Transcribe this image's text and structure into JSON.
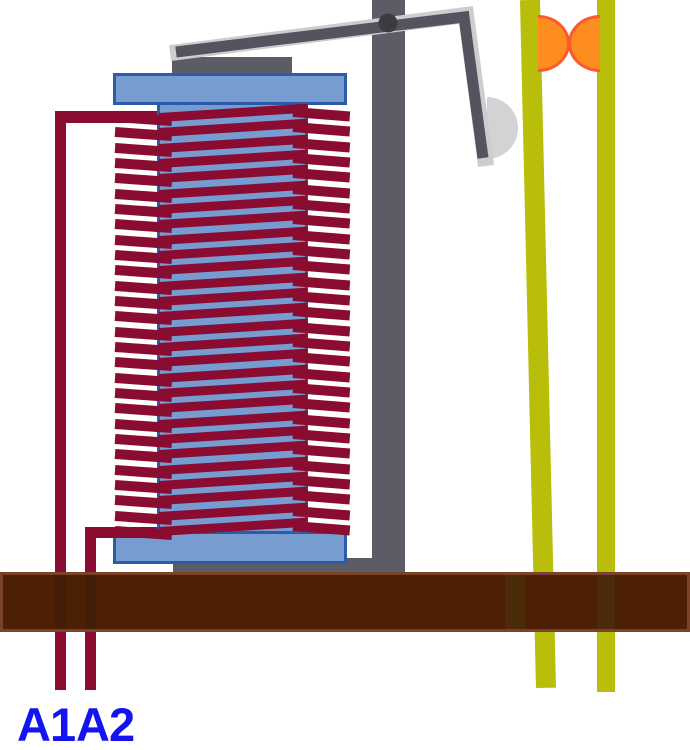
{
  "diagram": {
    "kind": "electromechanical-relay-illustration",
    "coil_turns": 28,
    "terminals": [
      {
        "label": "A1"
      },
      {
        "label": "A2"
      }
    ],
    "components": [
      "frame-post",
      "frame-foot",
      "core-top-plate",
      "coil-bobbin",
      "coil-winding",
      "coil-lead-wire-a1",
      "coil-lead-wire-a2",
      "armature-lever",
      "armature-pivot",
      "pusher-pad",
      "contact-spring-left",
      "contact-spring-right",
      "contact-left",
      "contact-right",
      "mounting-base",
      "terminal-label-a1",
      "terminal-label-a2"
    ],
    "colors": {
      "winding": "#8b0c31",
      "bobbin_fill": "#779dd0",
      "bobbin_border": "#2d5ba8",
      "frame_gray": "#5c5c66",
      "armature_gray": "#54545e",
      "armature_outline": "#cdcdd0",
      "pivot": "#3b3b42",
      "pad": "#d3d3d5",
      "spring_yellow": "#b8be09",
      "contact_fill": "#fe8d20",
      "contact_border": "#fb5a2e",
      "base_fill": "#4d2005",
      "base_border": "#7a4227",
      "base_band_yellow": "#4a2d08",
      "base_band_maroon": "#421d07",
      "label_blue": "#1414f0"
    }
  }
}
